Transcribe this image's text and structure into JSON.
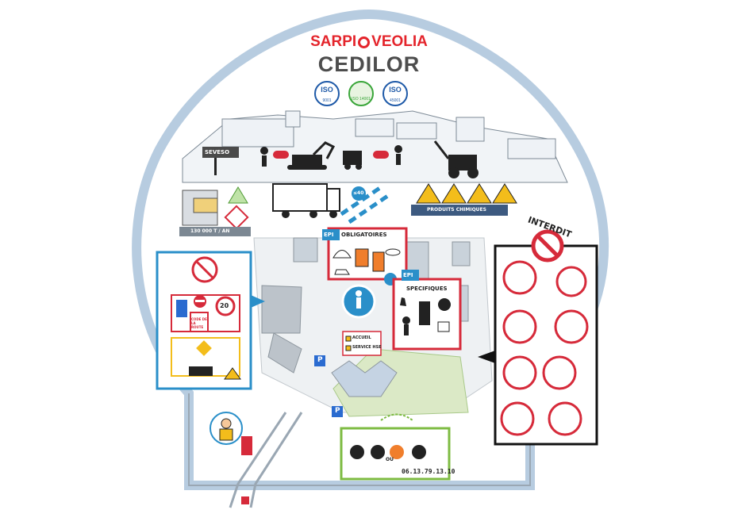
{
  "brand": {
    "left": "SARPI",
    "right": "VEOLIA"
  },
  "site_name": "CEDILOR",
  "certifications": [
    {
      "label": "ISO",
      "code": "9001"
    },
    {
      "label": "ISO 14001",
      "code": ""
    },
    {
      "label": "ISO",
      "code": "45001"
    }
  ],
  "seveso_sign": "SEVESO",
  "capacity": "130 000 T / AN",
  "speed_limit": "≤40",
  "chemicals_banner": "PRODUITS CHIMIQUES",
  "epi_mandatory": {
    "tag": "EPI",
    "title": "OBLIGATOIRES"
  },
  "epi_specific": {
    "tag": "EPI",
    "title": "SPECIFIQUES"
  },
  "legend": [
    {
      "label": "ACCUEIL"
    },
    {
      "label": "SERVICE HSE"
    }
  ],
  "forbidden_title": "INTERDIT",
  "road_sign_speed": "20",
  "road_code_book": "CODE DE LA ROUTE",
  "parking_label": "P",
  "emergency": {
    "or_text": "OU",
    "phone": "06.13.79.13.10"
  },
  "colors": {
    "ring": "#b7cce0",
    "zone_green": "#dbe9c6",
    "box_blue": "#2a8fc9",
    "box_red": "#d62a3a",
    "box_green": "#7dbb42",
    "brand_red": "#e4242b",
    "chemical_yellow": "#f3bd1b"
  }
}
